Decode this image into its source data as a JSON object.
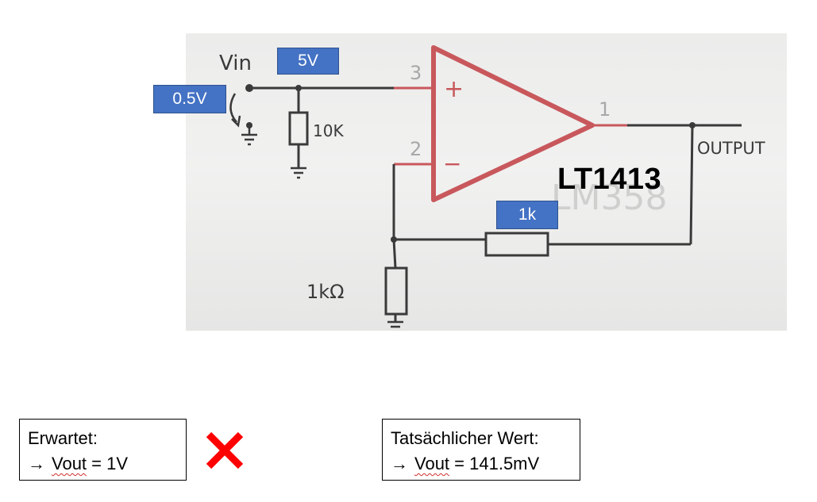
{
  "schematic": {
    "vin_label": "Vin",
    "pin_noninverting": "3",
    "pin_inverting": "2",
    "pin_output": "1",
    "plus_sign": "+",
    "minus_sign": "−",
    "input_resistor_label": "10K",
    "ground_resistor_label": "1kΩ",
    "output_label": "OUTPUT",
    "faint_partnumber": "LM358",
    "opamp_color": "#c8585c",
    "wire_color": "#3a3a3a"
  },
  "labels": {
    "supply": "5V",
    "input": "0.5V",
    "feedback": "1k",
    "chip": "LT1413"
  },
  "expected_box": {
    "title": "Erwartet:",
    "arrow": "→",
    "var": "Vout",
    "value": " = 1V"
  },
  "actual_box": {
    "title": "Tatsächlicher Wert:",
    "arrow": "→",
    "var": "Vout",
    "value": " = 141.5mV"
  },
  "status_icon": "red-x-icon",
  "status_color": "#ff0000"
}
